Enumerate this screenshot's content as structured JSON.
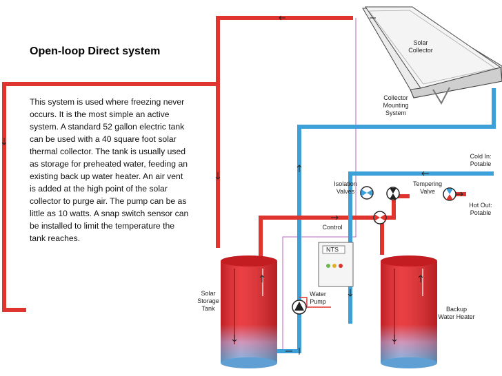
{
  "slide": {
    "title": "Open-loop Direct system",
    "description": "This system is used where freezing never occurs. It is the most simple an active system.  A standard 52 gallon electric tank can be used with a 40 square foot solar thermal collector. The tank is usually used as storage for preheated water, feeding an existing back up water heater. An air vent is added at the high point of the solar collector to purge air. The pump can be as little as 10 watts. A snap switch sensor can be installed to limit the temperature the tank reaches."
  },
  "diagram": {
    "labels": {
      "solar_collector": [
        "Solar",
        "Collector"
      ],
      "collector_mounting": [
        "Collector",
        "Mounting",
        "System"
      ],
      "cold_in": [
        "Cold In:",
        "Potable"
      ],
      "hot_out": [
        "Hot Out:",
        "Potable"
      ],
      "isolation_valves": [
        "Isolation",
        "Valves"
      ],
      "tempering_valve": [
        "Tempering",
        "Valve"
      ],
      "control": "Control",
      "control_display": "NTS",
      "water_pump": [
        "Water",
        "Pump"
      ],
      "storage_tank": [
        "Solar",
        "Storage",
        "Tank"
      ],
      "backup_heater": [
        "Backup",
        "Water Heater"
      ]
    },
    "colors": {
      "hot_pipe": "#e0342f",
      "cold_pipe": "#3ea0d8",
      "signal_wire": "#c060c0",
      "tank_hot": "#e8262a",
      "tank_cold": "#6aaee0"
    }
  }
}
